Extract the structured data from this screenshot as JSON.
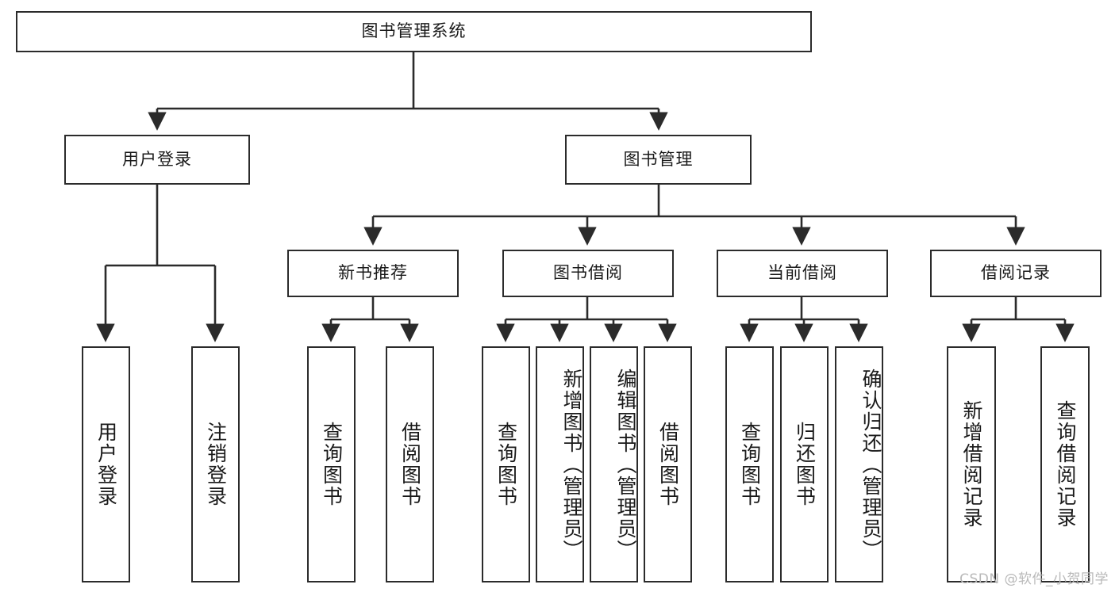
{
  "diagram": {
    "title": "图书管理系统",
    "watermark": "CSDN @软件_小贺同学",
    "colors": {
      "stroke": "#2b2b2b",
      "fill": "#ffffff",
      "text": "#1a1a1a",
      "watermark": "#b9b9b9"
    },
    "levels": {
      "root": {
        "label": "图书管理系统"
      },
      "level2": [
        {
          "id": "user-login",
          "label": "用户登录"
        },
        {
          "id": "book-manage",
          "label": "图书管理"
        }
      ],
      "level3": [
        {
          "id": "new-book-rec",
          "label": "新书推荐"
        },
        {
          "id": "book-borrow",
          "label": "图书借阅"
        },
        {
          "id": "current-borrow",
          "label": "当前借阅"
        },
        {
          "id": "borrow-record",
          "label": "借阅记录"
        }
      ],
      "level4": {
        "user-login": [
          {
            "id": "leaf-user-login",
            "label": "用户登录"
          },
          {
            "id": "leaf-logout",
            "label": "注销登录"
          }
        ],
        "new-book-rec": [
          {
            "id": "leaf-query-book-1",
            "label": "查询图书"
          },
          {
            "id": "leaf-borrow-book-1",
            "label": "借阅图书"
          }
        ],
        "book-borrow": [
          {
            "id": "leaf-query-book-2",
            "label": "查询图书"
          },
          {
            "id": "leaf-add-book",
            "label": "新增图书（管理员）"
          },
          {
            "id": "leaf-edit-book",
            "label": "编辑图书（管理员）"
          },
          {
            "id": "leaf-borrow-book-2",
            "label": "借阅图书"
          }
        ],
        "current-borrow": [
          {
            "id": "leaf-query-book-3",
            "label": "查询图书"
          },
          {
            "id": "leaf-return-book",
            "label": "归还图书"
          },
          {
            "id": "leaf-confirm-return",
            "label": "确认归还（管理员）"
          }
        ],
        "borrow-record": [
          {
            "id": "leaf-add-record",
            "label": "新增借阅记录"
          },
          {
            "id": "leaf-query-record",
            "label": "查询借阅记录"
          }
        ]
      }
    }
  }
}
